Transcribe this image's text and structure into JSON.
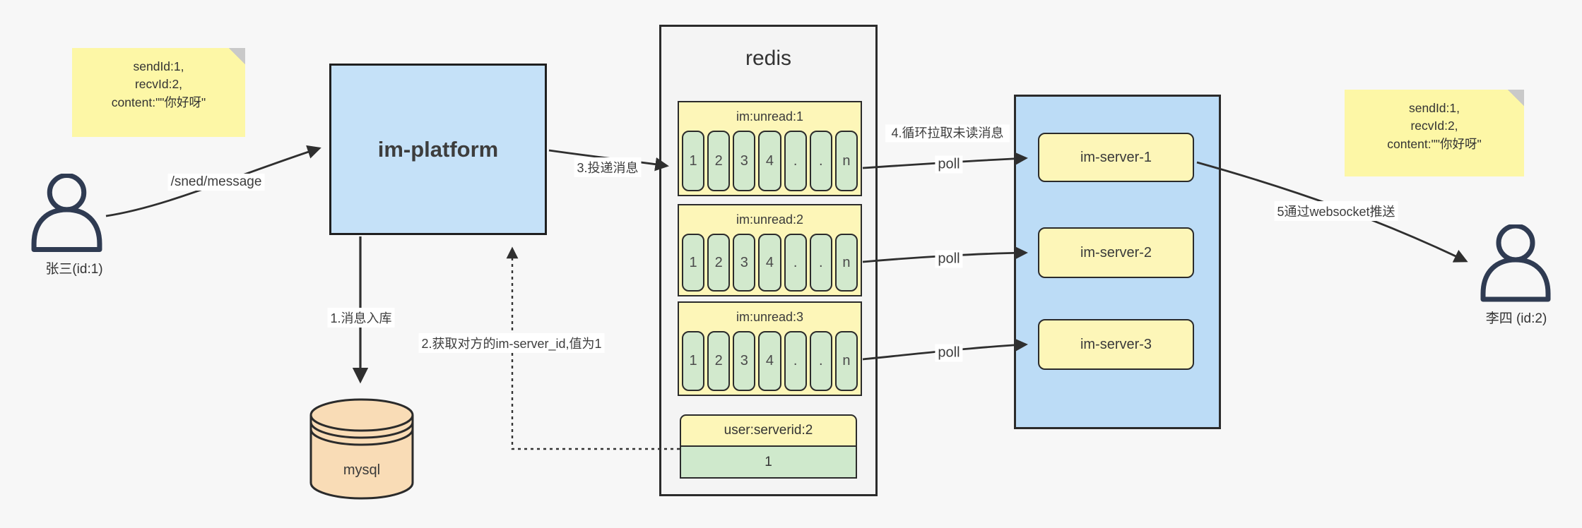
{
  "palette": {
    "background": "#f7f7f7",
    "note_yellow": "#fdf7a6",
    "box_blue": "#c5e1f8",
    "cluster_blue": "#bcdcf6",
    "queue_yellow": "#fdf6b8",
    "cell_green": "#d2e9cd",
    "mysql_orange": "#f9dcb6",
    "container_gray": "#f4f4f4",
    "line_dark": "#2f2f2f"
  },
  "notes": {
    "left": {
      "line1": "sendId:1,",
      "line2": "recvId:2,",
      "line3": "content:\"\"你好呀\""
    },
    "right": {
      "line1": "sendId:1,",
      "line2": "recvId:2,",
      "line3": "content:\"\"你好呀\""
    }
  },
  "actors": {
    "sender": {
      "label": "张三(id:1)"
    },
    "receiver": {
      "label": "李四 (id:2)"
    }
  },
  "platform": {
    "label": "im-platform"
  },
  "database": {
    "label": "mysql"
  },
  "redis": {
    "title": "redis",
    "queues": [
      {
        "header": "im:unread:1",
        "cells": [
          "1",
          "2",
          "3",
          "4",
          ".",
          ".",
          "n"
        ]
      },
      {
        "header": "im:unread:2",
        "cells": [
          "1",
          "2",
          "3",
          "4",
          ".",
          ".",
          "n"
        ]
      },
      {
        "header": "im:unread:3",
        "cells": [
          "1",
          "2",
          "3",
          "4",
          ".",
          ".",
          "n"
        ]
      }
    ],
    "mapping": {
      "header": "user:serverid:2",
      "value": "1"
    }
  },
  "servers": {
    "items": [
      {
        "label": "im-server-1"
      },
      {
        "label": "im-server-2"
      },
      {
        "label": "im-server-3"
      }
    ]
  },
  "edges": {
    "send_path": "/sned/message",
    "step1": "1.消息入库",
    "step2": "2.获取对方的im-server_id,值为1",
    "step3": "3.投递消息",
    "step4": "4.循环拉取未读消息",
    "step5": "5通过websocket推送",
    "poll": "poll"
  }
}
